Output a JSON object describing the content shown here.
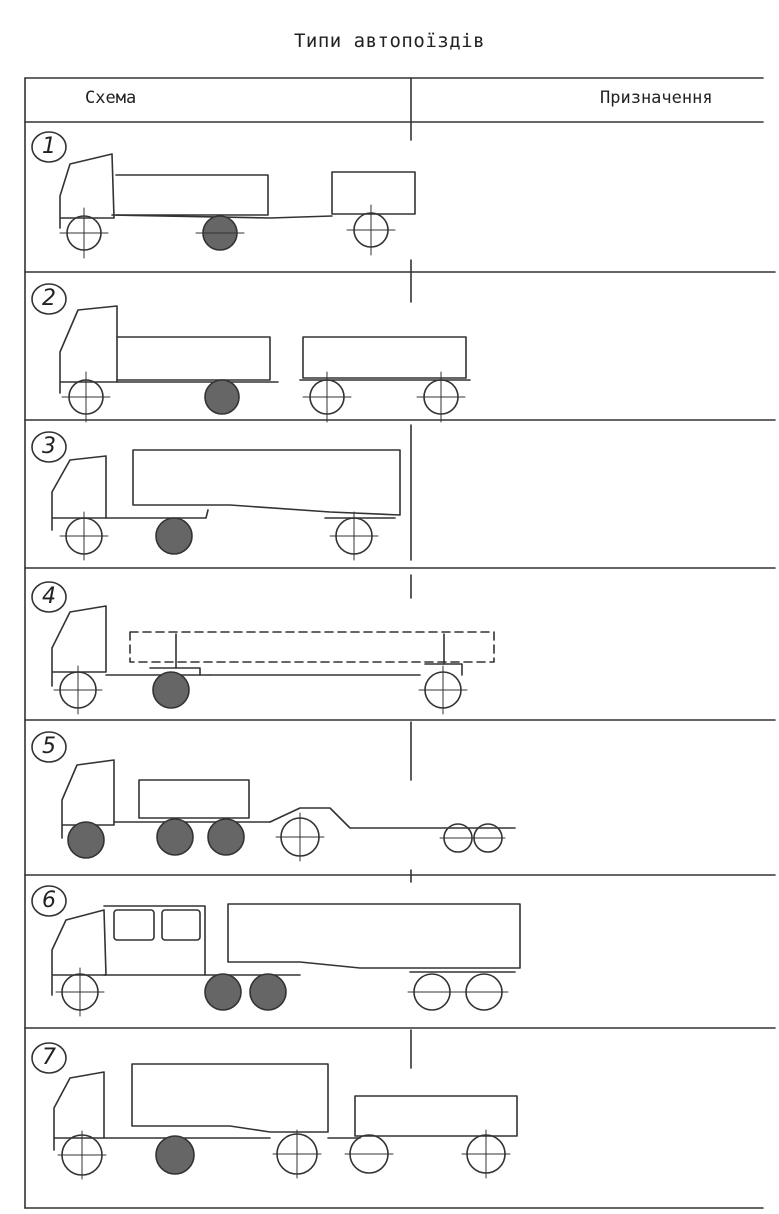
{
  "document": {
    "title": "Типи автопоїздів",
    "columns": {
      "scheme": "Схема",
      "purpose": "Призначення"
    },
    "rows": [
      {
        "number": "1",
        "type": "truck-with-trailer"
      },
      {
        "number": "2",
        "type": "truck-with-two-axle-trailer"
      },
      {
        "number": "3",
        "type": "tractor-with-semitrailer"
      },
      {
        "number": "4",
        "type": "tractor-with-dissolution-semitrailer"
      },
      {
        "number": "5",
        "type": "heavy-tractor-with-low-bed-trailer"
      },
      {
        "number": "6",
        "type": "crew-cab-tractor-with-semitrailer"
      },
      {
        "number": "7",
        "type": "tractor-with-semitrailer-and-trailer"
      }
    ]
  }
}
